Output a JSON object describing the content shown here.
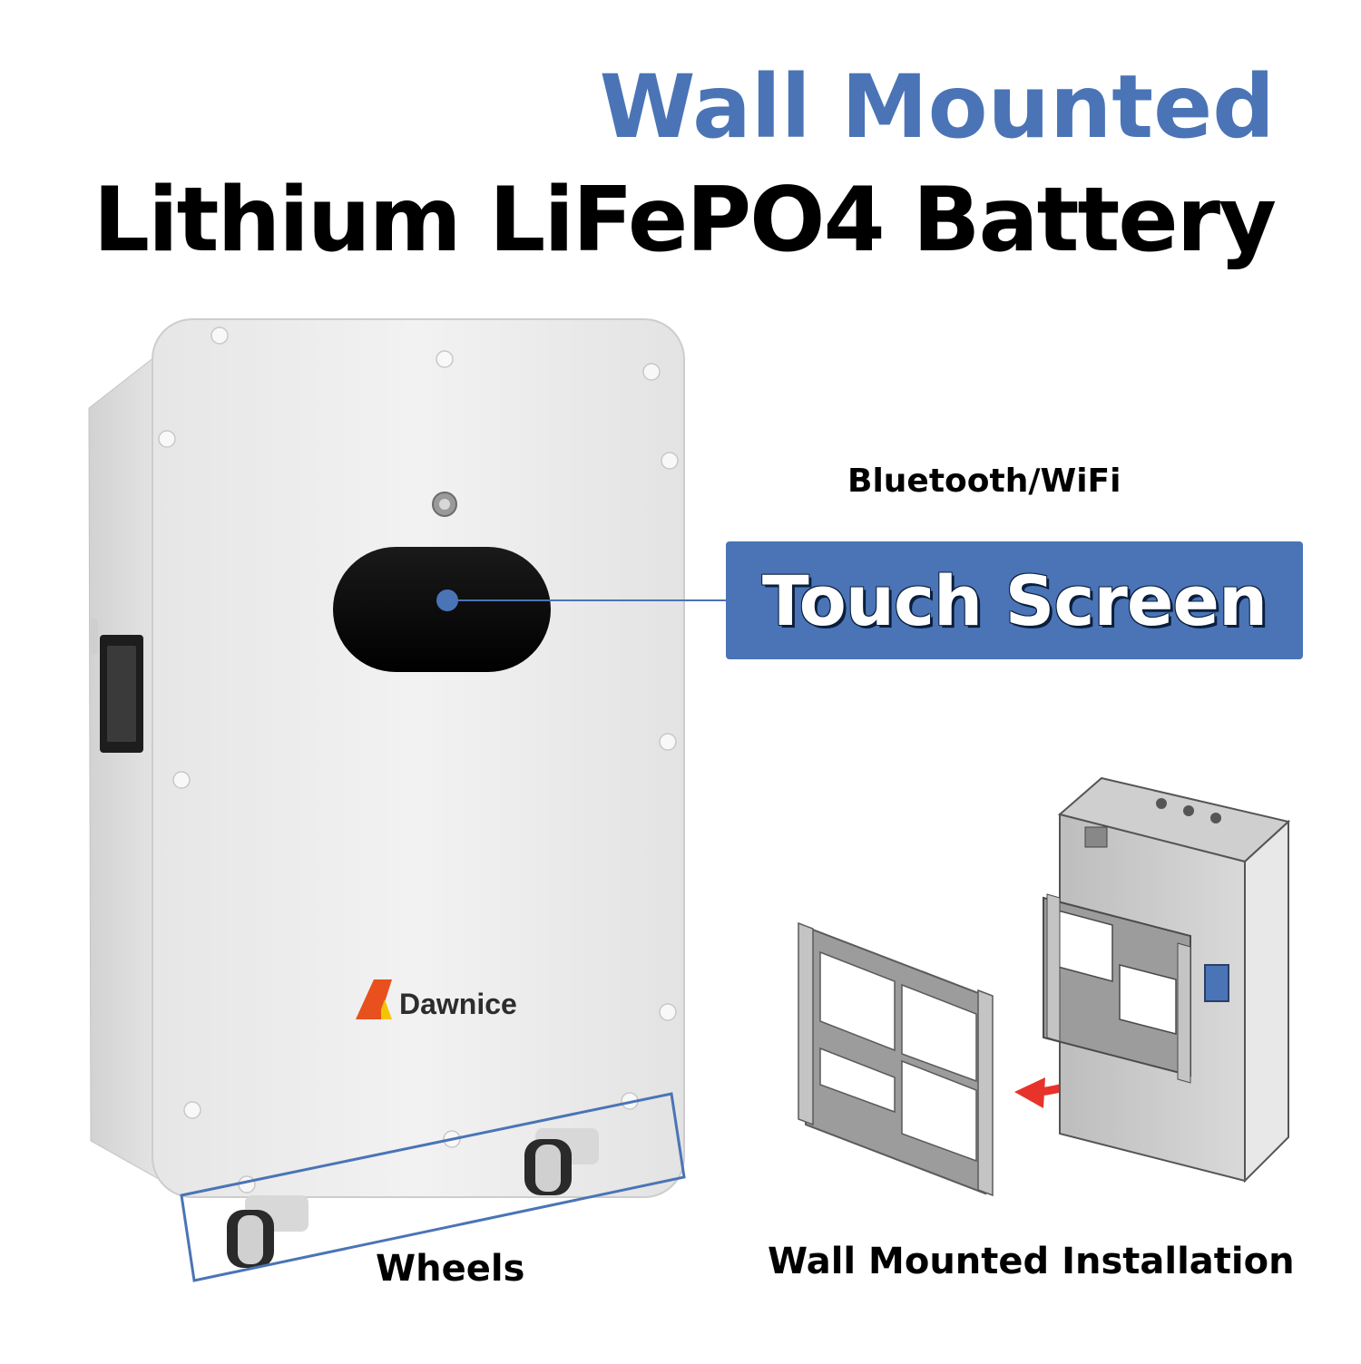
{
  "header": {
    "line1": "Wall Mounted",
    "line2": "Lithium LiFePO4 Battery"
  },
  "feature": {
    "connectivity": "Bluetooth/WiFi",
    "touch_label": "Touch Screen"
  },
  "product": {
    "brand": "Dawnice"
  },
  "labels": {
    "wheels": "Wheels",
    "installation": "Wall Mounted Installation"
  },
  "colors": {
    "accent_blue": "#4a74b6",
    "title_black": "#000000",
    "arrow_red": "#e8332a",
    "logo_orange": "#e8501e",
    "logo_yellow": "#f5c400"
  }
}
